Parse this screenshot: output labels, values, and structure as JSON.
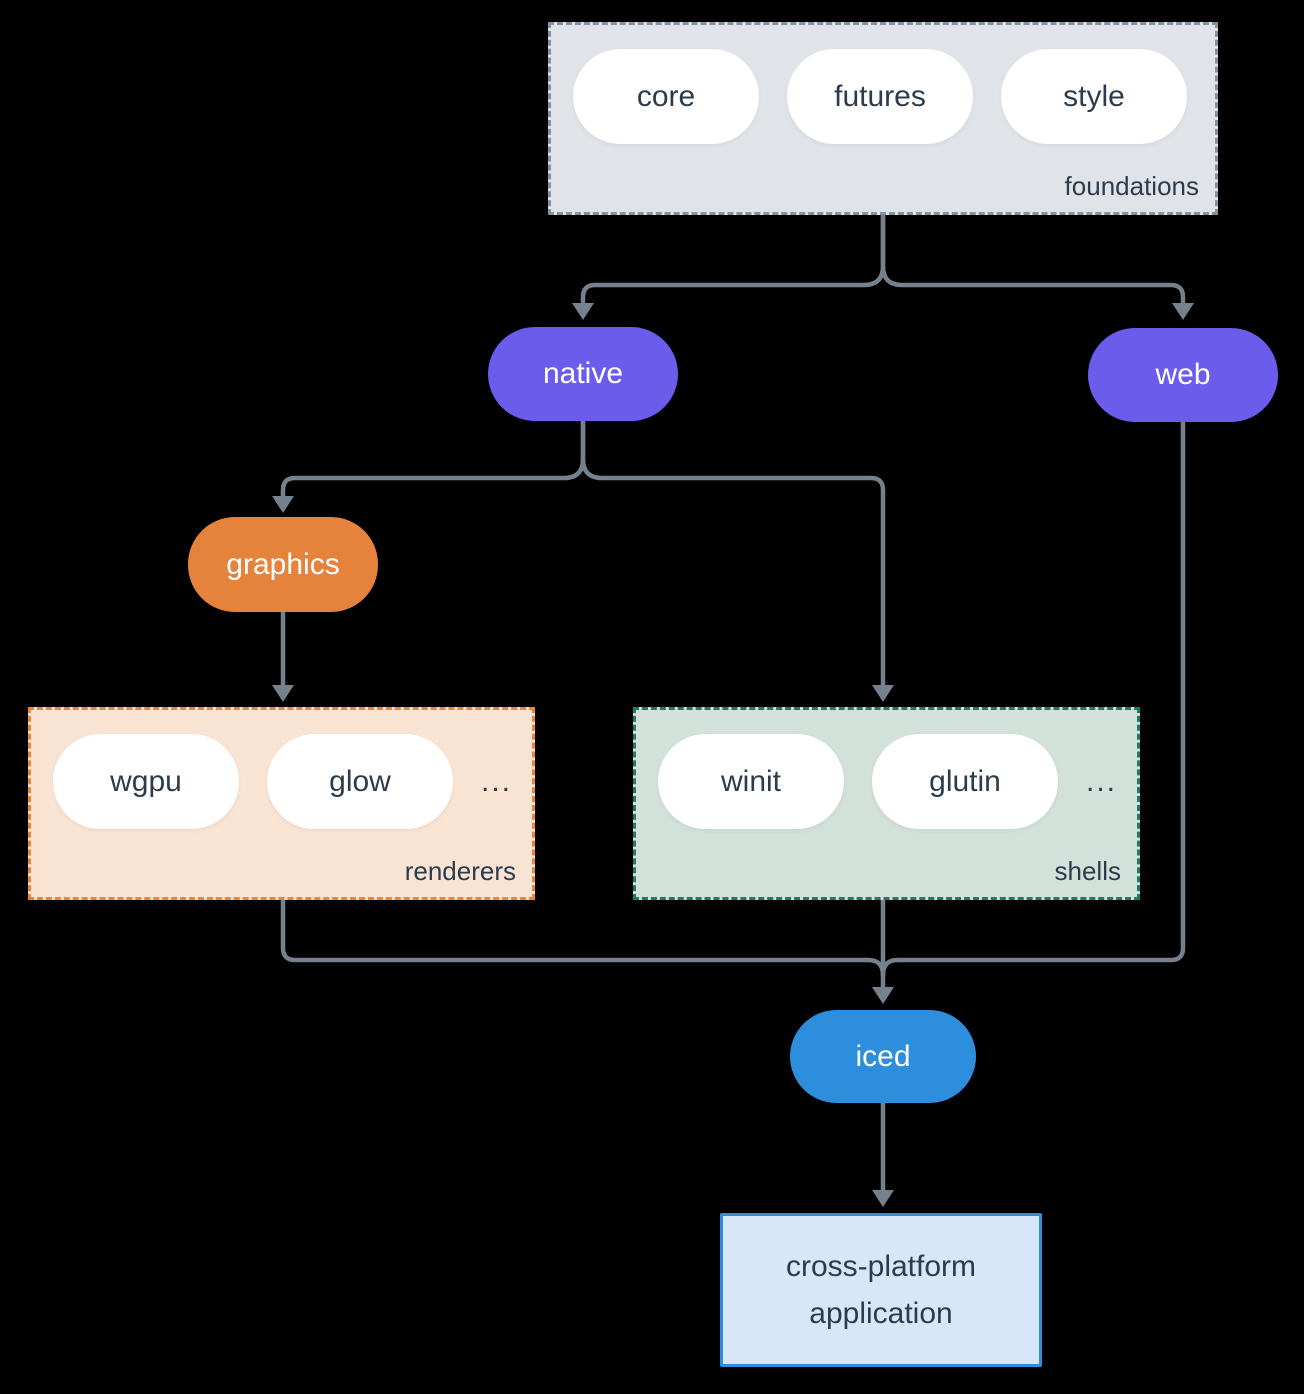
{
  "colors": {
    "canvas": "#000000",
    "line": "#75828e",
    "text-dark": "#2d3c4c",
    "pill-bg": "#ffffff",
    "purple": "#6b5cec",
    "orange": "#e5833d",
    "blue": "#2e8ede",
    "foundations-bg": "#e0e4e8",
    "foundations-border": "#8292a0",
    "renderers-bg": "#f9e4d4",
    "renderers-border": "#e8873c",
    "shells-bg": "#d2e1da",
    "shells-border": "#1f7a67",
    "app-bg": "#d7e6f8",
    "app-border": "#2e8ede"
  },
  "foundations": {
    "label": "foundations",
    "pills": [
      "core",
      "futures",
      "style"
    ]
  },
  "nodes": {
    "native": "native",
    "web": "web",
    "graphics": "graphics",
    "iced": "iced"
  },
  "renderers": {
    "label": "renderers",
    "pills": [
      "wgpu",
      "glow"
    ],
    "more": "..."
  },
  "shells": {
    "label": "shells",
    "pills": [
      "winit",
      "glutin"
    ],
    "more": "..."
  },
  "application": {
    "label": "cross-platform application"
  }
}
